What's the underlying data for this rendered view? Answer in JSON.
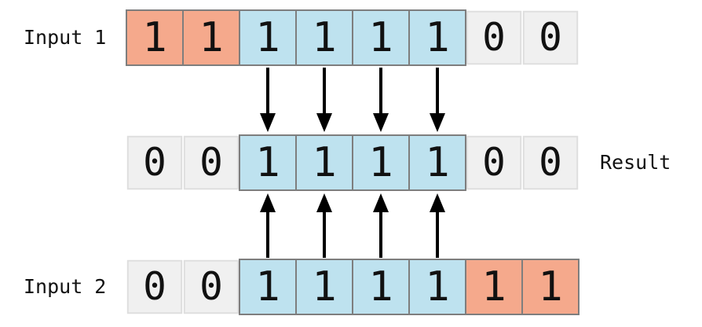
{
  "labels": {
    "input1": "Input 1",
    "input2": "Input 2",
    "result": "Result"
  },
  "rows": [
    {
      "name": "input-1",
      "cells": [
        {
          "value": "1",
          "style": "red"
        },
        {
          "value": "1",
          "style": "red"
        },
        {
          "value": "1",
          "style": "blue"
        },
        {
          "value": "1",
          "style": "blue"
        },
        {
          "value": "1",
          "style": "blue"
        },
        {
          "value": "1",
          "style": "blue"
        },
        {
          "value": "0",
          "style": "gray"
        },
        {
          "value": "0",
          "style": "gray"
        }
      ]
    },
    {
      "name": "result",
      "cells": [
        {
          "value": "0",
          "style": "gray"
        },
        {
          "value": "0",
          "style": "gray"
        },
        {
          "value": "1",
          "style": "blue"
        },
        {
          "value": "1",
          "style": "blue"
        },
        {
          "value": "1",
          "style": "blue"
        },
        {
          "value": "1",
          "style": "blue"
        },
        {
          "value": "0",
          "style": "gray"
        },
        {
          "value": "0",
          "style": "gray"
        }
      ]
    },
    {
      "name": "input-2",
      "cells": [
        {
          "value": "0",
          "style": "gray"
        },
        {
          "value": "0",
          "style": "gray"
        },
        {
          "value": "1",
          "style": "blue"
        },
        {
          "value": "1",
          "style": "blue"
        },
        {
          "value": "1",
          "style": "blue"
        },
        {
          "value": "1",
          "style": "blue"
        },
        {
          "value": "1",
          "style": "red"
        },
        {
          "value": "1",
          "style": "red"
        }
      ]
    }
  ],
  "arrows": {
    "down_cell_indices": [
      2,
      3,
      4,
      5
    ],
    "up_cell_indices": [
      2,
      3,
      4,
      5
    ]
  },
  "colors": {
    "red": "#f5a98c",
    "blue": "#bee2ef",
    "gray": "#f0f0f0",
    "border_dark": "#7e7e7e",
    "border_light": "#dedede",
    "arrow": "#000000",
    "text": "#111111",
    "background": "#ffffff"
  }
}
